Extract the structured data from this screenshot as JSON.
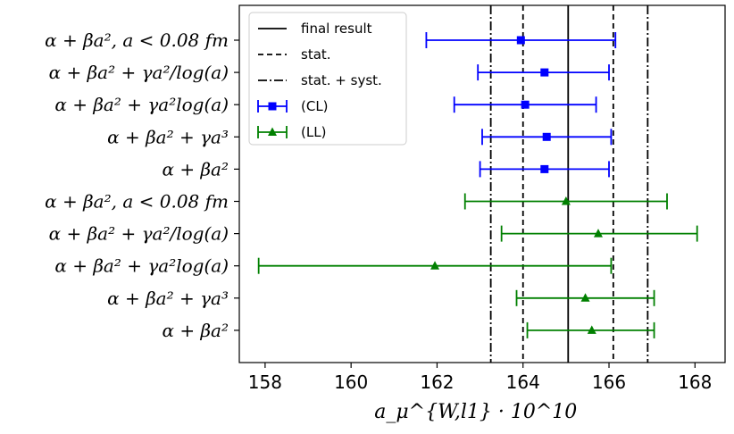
{
  "chart_data": {
    "type": "scatter",
    "orientation": "horizontal-errorbar",
    "xlabel": "a_μ^{W,l1} · 10^10",
    "xlim": [
      157.4,
      168.7
    ],
    "xticks": [
      "158",
      "160",
      "162",
      "164",
      "166",
      "168"
    ],
    "categories": [
      "α + βa², a < 0.08 fm",
      "α + βa² + γa²/log(a)",
      "α + βa² + γa²log(a)",
      "α + βa² + γa³",
      "α + βa²",
      "α + βa², a < 0.08 fm",
      "α + βa² + γa²/log(a)",
      "α + βa² + γa²log(a)",
      "α + βa² + γa³",
      "α + βa²"
    ],
    "series": [
      {
        "name": "(CL)",
        "color": "#0000ff",
        "marker": "square",
        "points": [
          {
            "row": 0,
            "x": 163.95,
            "err_lo": 161.75,
            "err_hi": 166.15
          },
          {
            "row": 1,
            "x": 164.5,
            "err_lo": 162.95,
            "err_hi": 166.0
          },
          {
            "row": 2,
            "x": 164.05,
            "err_lo": 162.4,
            "err_hi": 165.7
          },
          {
            "row": 3,
            "x": 164.55,
            "err_lo": 163.05,
            "err_hi": 166.05
          },
          {
            "row": 4,
            "x": 164.5,
            "err_lo": 163.0,
            "err_hi": 166.0
          }
        ]
      },
      {
        "name": "(LL)",
        "color": "#008000",
        "marker": "triangle",
        "points": [
          {
            "row": 5,
            "x": 165.0,
            "err_lo": 162.65,
            "err_hi": 167.35
          },
          {
            "row": 6,
            "x": 165.75,
            "err_lo": 163.5,
            "err_hi": 168.05
          },
          {
            "row": 7,
            "x": 161.95,
            "err_lo": 157.85,
            "err_hi": 166.05
          },
          {
            "row": 8,
            "x": 165.45,
            "err_lo": 163.85,
            "err_hi": 167.05
          },
          {
            "row": 9,
            "x": 165.6,
            "err_lo": 164.1,
            "err_hi": 167.05
          }
        ]
      }
    ],
    "reference_lines": [
      {
        "name": "final result",
        "style": "solid",
        "x": 165.05
      },
      {
        "name": "stat.",
        "style": "dashed",
        "x": 164.0
      },
      {
        "name": "stat.",
        "style": "dashed",
        "x": 166.1
      },
      {
        "name": "stat. + syst.",
        "style": "dashdot",
        "x": 163.25
      },
      {
        "name": "stat. + syst.",
        "style": "dashdot",
        "x": 166.9
      }
    ],
    "legend": {
      "position": "top-left",
      "entries": [
        "final result",
        "stat.",
        "stat. + syst.",
        "(CL)",
        "(LL)"
      ]
    }
  }
}
